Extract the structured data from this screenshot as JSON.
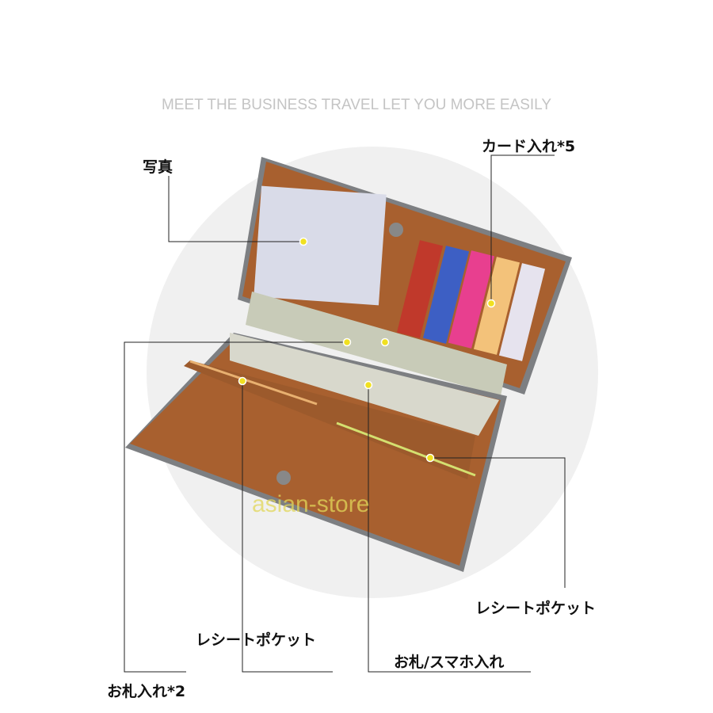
{
  "tagline": "MEET THE BUSINESS TRAVEL LET YOU MORE EASILY",
  "callouts": {
    "photo": "写真",
    "cards": "カード入れ*5",
    "bills": "お札入れ*2",
    "receipt_left": "レシートポケット",
    "bills_phone": "お札/スマホ入れ",
    "receipt_right": "レシートポケット"
  },
  "watermark": "asian-store",
  "colors": {
    "leather": "#a8602f",
    "edge": "#7d7f82",
    "dot": "#f0e020",
    "card_red": "#c0392b",
    "card_blue": "#3d5fc4",
    "card_pink": "#e83f8f"
  }
}
